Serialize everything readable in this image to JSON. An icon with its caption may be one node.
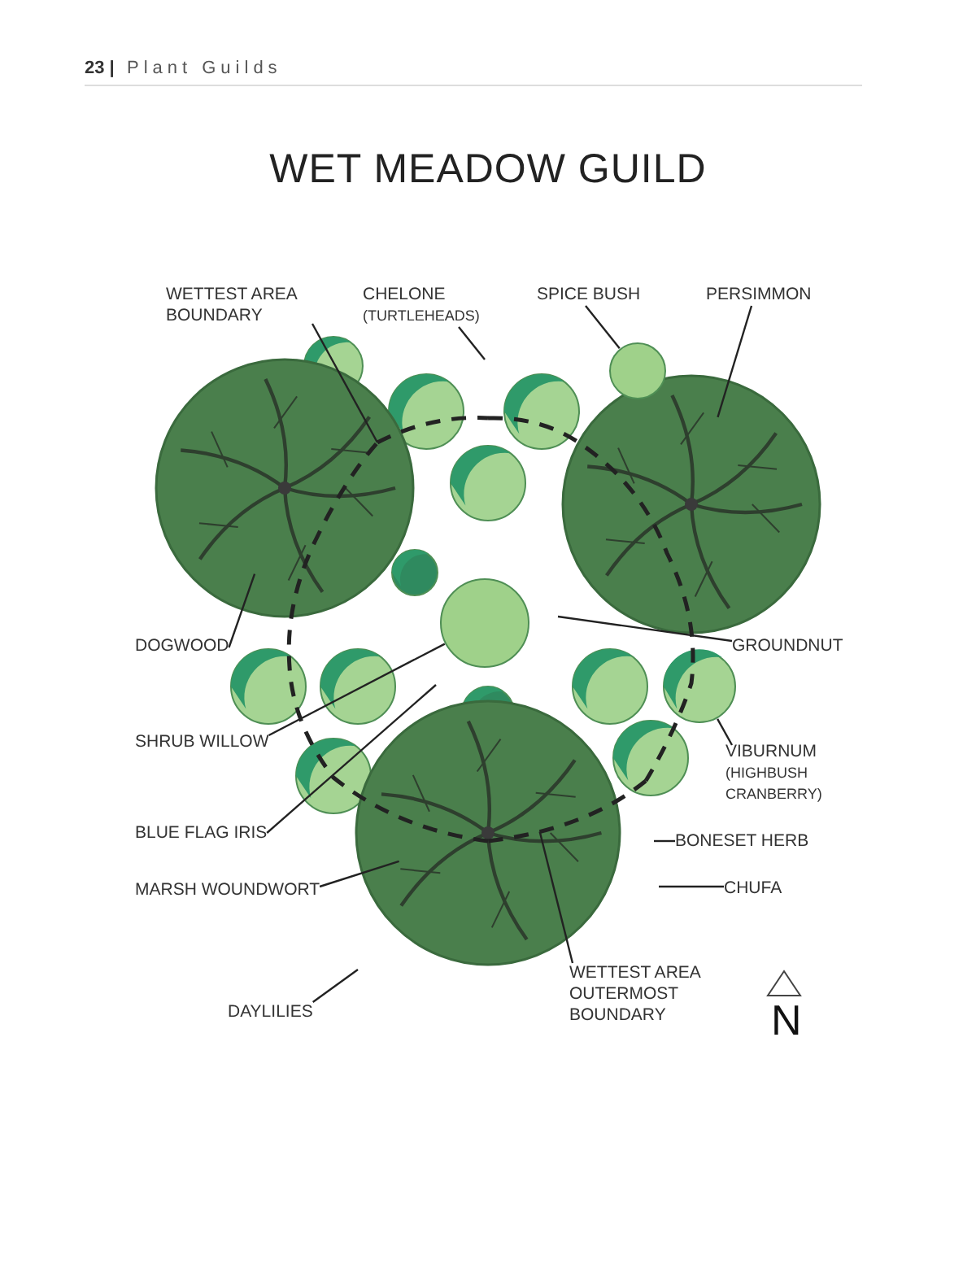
{
  "diagram": {
    "title": "WET MEADOW GUILD",
    "nodes": [
      {
        "text": [
          "WETTEST AREA BOUNDARY"
        ]
      },
      {
        "text": [
          "CHELONE",
          "(TURTLEHEADS)"
        ]
      },
      {
        "text": [
          "SPICE BUSH"
        ]
      },
      {
        "text": [
          "PERSIMMON"
        ]
      },
      {
        "text": [
          "DOGWOOD"
        ]
      },
      {
        "text": [
          "GROUNDNUT"
        ]
      },
      {
        "text": [
          "SHRUB WILLOW"
        ]
      },
      {
        "text": [
          "VIBURNUM",
          "(HIGHBUSH CRANBERRY)"
        ]
      },
      {
        "text": [
          "BLUE FLAG IRIS"
        ]
      },
      {
        "text": [
          "BONESET HERB"
        ]
      },
      {
        "text": [
          "MARSH WOUNDWORT"
        ]
      },
      {
        "text": [
          "CHUFA"
        ]
      },
      {
        "text": [
          "WETTEST AREA OUTERMOST BOUNDARY"
        ]
      },
      {
        "text": [
          "DAYLILIES"
        ]
      },
      {
        "text": [],
        "shape": "picture"
      },
      {
        "text": [],
        "shape": "picture"
      },
      {
        "text": [],
        "shape": "picture"
      },
      {
        "text": [],
        "shape": "circle"
      },
      {
        "text": [],
        "shape": "circle"
      },
      {
        "text": [],
        "shape": "picture"
      },
      {
        "text": [],
        "shape": "line"
      },
      {
        "text": [],
        "shape": "line"
      }
    ],
    "edges": [
      {
        "from": 0,
        "to": 20,
        "arrow": "none"
      },
      {
        "from": 1,
        "to": null,
        "arrow": "none"
      },
      {
        "from": 2,
        "to": 17,
        "arrow": "none"
      },
      {
        "from": 3,
        "to": 15,
        "arrow": "none"
      },
      {
        "from": 4,
        "to": 14,
        "arrow": "none"
      },
      {
        "from": 5,
        "to": null,
        "arrow": "none"
      },
      {
        "from": 6,
        "to": 18,
        "arrow": "none"
      },
      {
        "from": 7,
        "to": 19,
        "arrow": "none"
      },
      {
        "from": 8,
        "to": null,
        "arrow": "none"
      },
      {
        "from": 9,
        "to": null,
        "arrow": "none"
      },
      {
        "from": 10,
        "to": 16,
        "arrow": "none"
      },
      {
        "from": 11,
        "to": null,
        "arrow": "none"
      },
      {
        "from": 12,
        "to": 21,
        "arrow": "none"
      },
      {
        "from": 13,
        "to": null,
        "arrow": "none"
      }
    ],
    "labels": [
      "23 |",
      "Plant Guilds",
      "N"
    ]
  }
}
